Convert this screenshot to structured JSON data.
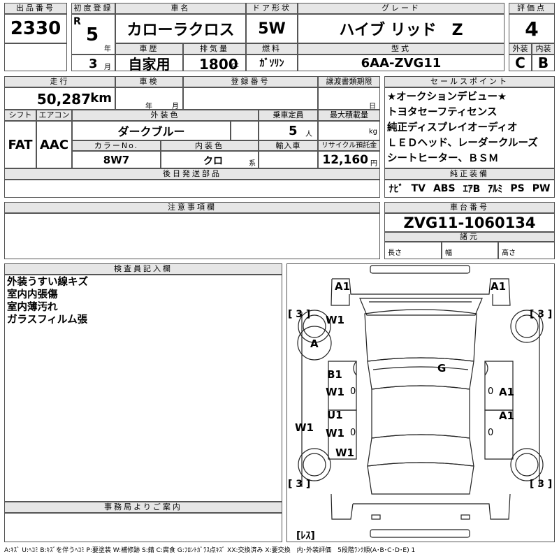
{
  "header": {
    "lot_label": "出品番号",
    "lot_no": "2330",
    "first_reg_label": "初度登録",
    "era": "R",
    "year": "5",
    "year_unit": "年",
    "month": "3",
    "month_unit": "月",
    "car_name_label": "車名",
    "car_name": "カローラクロス",
    "door_label": "ドア形状",
    "door": "5W",
    "grade_label": "グレード",
    "grade": "ハイブ リッド　Z",
    "score_label": "評価点",
    "score": "4",
    "history_label": "車歴",
    "history": "自家用",
    "displacement_label": "排気量",
    "displacement": "1800",
    "cc": "cc",
    "fuel_label": "燃料",
    "fuel": "ｶﾞｿﾘﾝ",
    "model_label": "型式",
    "model": "6AA-ZVG11",
    "exterior_label": "外装",
    "exterior": "C",
    "interior_label": "内装",
    "interior": "B"
  },
  "row2": {
    "mileage_label": "走行",
    "mileage": "50,287",
    "km": "km",
    "inspection_label": "車検",
    "insp_year": "年",
    "insp_month": "月",
    "reg_no_label": "登録番号",
    "transfer_label": "譲渡書類期限",
    "transfer_day": "日",
    "shift_label": "シフト",
    "shift": "FAT",
    "ac_label": "エアコン",
    "ac": "AAC",
    "color_label": "外装色",
    "color": "ダークブルー",
    "capacity_label": "乗車定員",
    "capacity": "5",
    "capacity_unit": "人",
    "load_label": "最大積載量",
    "load_unit": "kg",
    "color_no_label": "カラーNo.",
    "color_no": "8W7",
    "int_color_label": "内装色",
    "int_color": "クロ",
    "int_color_unit": "系",
    "import_label": "輸入車",
    "recycle_label": "リサイクル預託金",
    "recycle": "12,160",
    "recycle_unit": "円",
    "later_label": "後日発送部品"
  },
  "sales_points": {
    "label": "セールスポイント",
    "items": [
      "★オークションデビュー★",
      "トヨタセーフティセンス",
      "純正ディスプレイオーディオ",
      "ＬＥＤヘッド、レーダークルーズ",
      "シートヒーター、ＢＳＭ"
    ]
  },
  "genuine": {
    "label": "純正装備",
    "items": [
      "ﾅﾋﾞ",
      "TV",
      "ABS",
      "ｴｱB",
      "ｱﾙﾐ",
      "PS",
      "PW"
    ]
  },
  "notes": {
    "label": "注意事項欄"
  },
  "chassis": {
    "label": "車台番号",
    "value": "ZVG11-1060134",
    "dims_label": "諸元",
    "length": "長さ",
    "width": "幅",
    "height": "高さ"
  },
  "inspector": {
    "label": "検査員記入欄",
    "lines": [
      "外装うすい線キズ",
      "室内内張傷",
      "室内薄汚れ",
      "ガラスフィルム張"
    ]
  },
  "office": {
    "label": "事務局よりご案内"
  },
  "diagram": {
    "marks": {
      "a1_tl": "A1",
      "a1_tr": "A1",
      "w1_a": "W1",
      "a_fl": "A",
      "g_hood": "G",
      "b1": "B1",
      "w1_b": "W1",
      "zero_a": "0",
      "a1_rf": "A1",
      "zero_b": "0",
      "u1": "U1",
      "w1_c": "W1",
      "zero_c": "0",
      "a1_rr": "A1",
      "zero_d": "0",
      "w1_left": "W1",
      "w1_d": "W1"
    },
    "tires": {
      "fl": "[ 3 ]",
      "fr": "[ 3 ]",
      "rl": "[ 3 ]",
      "rr": "[ 3 ]",
      "spare": "[ﾚｽ]"
    }
  },
  "legend": "A:ｷｽﾞ U:ﾍｺﾐ B:ｷｽﾞを伴うﾍｺﾐ P:要塗装 W:補修跡 S:錆 C:腐食 G:ﾌﾛﾝﾄｶﾞﾗｽ点ｷｽﾞ XX:交換済み X:要交換　内･外装評価　5段階ﾗﾝｸ順(A･B･C･D･E) 1"
}
